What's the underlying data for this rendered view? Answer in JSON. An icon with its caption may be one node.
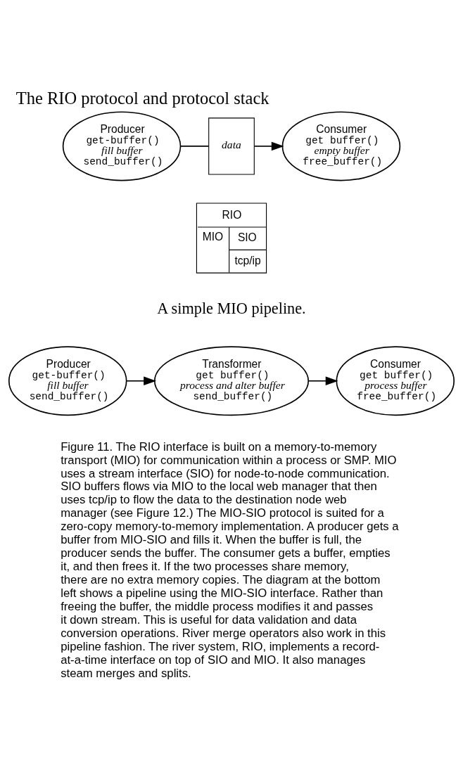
{
  "diagram": {
    "title": "The RIO protocol and protocol stack",
    "nodes": [
      {
        "text": [
          "Producer",
          "get-buffer()",
          "fill buffer",
          "send_buffer()"
        ]
      },
      {
        "text": [
          "data"
        ]
      },
      {
        "text": [
          "Consumer",
          "get buffer()",
          "empty buffer",
          "free_buffer()"
        ]
      },
      {
        "text": [
          "RIO",
          "MIO",
          "SIO",
          "tcp/ip"
        ]
      },
      {
        "text": [
          "Producer",
          "get-buffer()",
          "fill buffer",
          "send_buffer()"
        ]
      },
      {
        "text": [
          "Transformer",
          "get buffer()",
          "process and alter buffer",
          "send_buffer()"
        ]
      },
      {
        "text": [
          "Consumer",
          "get buffer()",
          "process buffer",
          "free_buffer()"
        ]
      }
    ],
    "edges": [
      {
        "from": 0,
        "to": 1,
        "arrow": "none"
      },
      {
        "from": 1,
        "to": 2,
        "arrow": "to"
      },
      {
        "from": 4,
        "to": 5,
        "arrow": "to"
      },
      {
        "from": 5,
        "to": 6,
        "arrow": "to"
      }
    ],
    "labels": [
      "A simple MIO pipeline."
    ],
    "caption": "Figure 11. The RIO interface is built on a memory-to-memory transport (MIO) for communication within a process or SMP. MIO uses a stream interface (SIO) for node-to-node communication. SIO buffers flows via MIO to the local web manager that then uses tcp/ip to flow the data to the destination node web manager (see Figure 12.) The MIO-SIO protocol is suited for a zero-copy memory-to-memory implementation. A producer gets a buffer from MIO-SIO and fills it. When the buffer is full, the producer sends the buffer. The consumer gets a buffer, empties it, and then frees it. If the two processes share memory, there are no extra memory copies. The diagram at the bottom left shows a pipeline using the MIO-SIO interface. Rather than freeing the buffer, the middle process modifies it and passes it down stream. This is useful for data validation and data conversion operations. River merge operators also work in this pipeline fashion. The river system, RIO, implements a record-at-a-time interface on top of SIO and MIO. It also manages steam merges and splits."
  }
}
